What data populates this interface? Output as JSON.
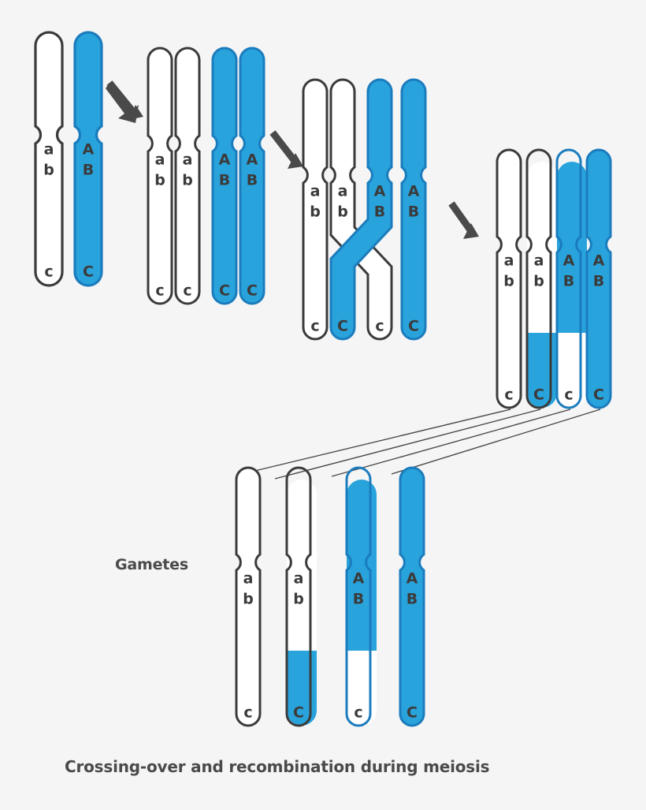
{
  "figure": {
    "title": "Crossing-over and recombination during meiosis",
    "gametes_label": "Gametes",
    "background_color": "#f5f5f5",
    "colors": {
      "blue_fill": "#29a3dc",
      "blue_stroke": "#1b7cbd",
      "white_fill": "#ffffff",
      "dark_stroke": "#3b3b3b",
      "text": "#3b3b3b",
      "caption_text": "#4a4a4a",
      "connector_line": "#4a4a4a"
    }
  },
  "stages": [
    {
      "name": "homologous-pair",
      "order": 1,
      "chromatids": [
        {
          "id": "s1-c1",
          "color": "white",
          "upper_label": "a",
          "mid_label": "b",
          "lower_label": "c",
          "upper_color": "white",
          "lower_color": "white"
        },
        {
          "id": "s1-c2",
          "color": "blue",
          "upper_label": "A",
          "mid_label": "B",
          "lower_label": "C",
          "upper_color": "blue",
          "lower_color": "blue"
        }
      ]
    },
    {
      "name": "replicated-sister-chromatids",
      "order": 2,
      "chromatids": [
        {
          "id": "s2-c1",
          "color": "white",
          "upper_label": "a",
          "mid_label": "b",
          "lower_label": "c",
          "upper_color": "white",
          "lower_color": "white"
        },
        {
          "id": "s2-c2",
          "color": "white",
          "upper_label": "a",
          "mid_label": "b",
          "lower_label": "c",
          "upper_color": "white",
          "lower_color": "white"
        },
        {
          "id": "s2-c3",
          "color": "blue",
          "upper_label": "A",
          "mid_label": "B",
          "lower_label": "C",
          "upper_color": "blue",
          "lower_color": "blue"
        },
        {
          "id": "s2-c4",
          "color": "blue",
          "upper_label": "A",
          "mid_label": "B",
          "lower_label": "C",
          "upper_color": "blue",
          "lower_color": "blue"
        }
      ]
    },
    {
      "name": "crossing-over-chiasma",
      "order": 3,
      "chromatids": [
        {
          "id": "s3-c1",
          "color": "white",
          "upper_label": "a",
          "mid_label": "b",
          "lower_label": "c",
          "upper_color": "white",
          "lower_color": "white"
        },
        {
          "id": "s3-c2",
          "color": "white",
          "upper_label": "a",
          "mid_label": "b",
          "lower_label": "C",
          "upper_color": "white",
          "lower_color": "blue"
        },
        {
          "id": "s3-c3",
          "color": "blue",
          "upper_label": "A",
          "mid_label": "B",
          "lower_label": "c",
          "upper_color": "blue",
          "lower_color": "white"
        },
        {
          "id": "s3-c4",
          "color": "blue",
          "upper_label": "A",
          "mid_label": "B",
          "lower_label": "C",
          "upper_color": "blue",
          "lower_color": "blue"
        }
      ]
    },
    {
      "name": "recombinant-chromatids",
      "order": 4,
      "chromatids": [
        {
          "id": "s4-c1",
          "color": "white",
          "upper_label": "a",
          "mid_label": "b",
          "lower_label": "c",
          "upper_color": "white",
          "lower_color": "white"
        },
        {
          "id": "s4-c2",
          "color": "white",
          "upper_label": "a",
          "mid_label": "b",
          "lower_label": "C",
          "upper_color": "white",
          "lower_color": "blue"
        },
        {
          "id": "s4-c3",
          "color": "blue",
          "upper_label": "A",
          "mid_label": "B",
          "lower_label": "c",
          "upper_color": "blue",
          "lower_color": "white"
        },
        {
          "id": "s4-c4",
          "color": "blue",
          "upper_label": "A",
          "mid_label": "B",
          "lower_label": "C",
          "upper_color": "blue",
          "lower_color": "blue"
        }
      ]
    },
    {
      "name": "gametes",
      "order": 5,
      "chromatids": [
        {
          "id": "g-c1",
          "color": "white",
          "upper_label": "a",
          "mid_label": "b",
          "lower_label": "c",
          "upper_color": "white",
          "lower_color": "white"
        },
        {
          "id": "g-c2",
          "color": "white",
          "upper_label": "a",
          "mid_label": "b",
          "lower_label": "C",
          "upper_color": "white",
          "lower_color": "blue"
        },
        {
          "id": "g-c3",
          "color": "blue",
          "upper_label": "A",
          "mid_label": "B",
          "lower_label": "c",
          "upper_color": "blue",
          "lower_color": "white"
        },
        {
          "id": "g-c4",
          "color": "blue",
          "upper_label": "A",
          "mid_label": "B",
          "lower_label": "C",
          "upper_color": "blue",
          "lower_color": "blue"
        }
      ]
    }
  ],
  "arrows": [
    {
      "name": "arrow-stage1-to-stage2"
    },
    {
      "name": "arrow-stage2-to-stage3"
    },
    {
      "name": "arrow-stage3-to-stage4"
    }
  ]
}
